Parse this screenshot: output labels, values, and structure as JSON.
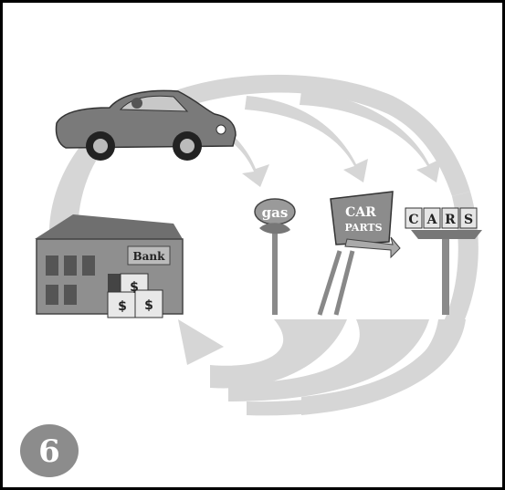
{
  "figure": {
    "signs": {
      "gas": {
        "label": "gas"
      },
      "car_parts": {
        "line1": "CAR",
        "line2": "PARTS"
      },
      "cars": {
        "letters": [
          "C",
          "A",
          "R",
          "S"
        ]
      }
    },
    "bank": {
      "sign": "Bank",
      "money_symbol": "$"
    },
    "badge": {
      "number": "6",
      "color": "#8c8c8c"
    },
    "colors": {
      "arrow": "#d4d4d4",
      "frame": "#000000",
      "car_body": "#7a7a7a",
      "building": "#8f8f8f"
    },
    "icons": [
      "car-icon",
      "gas-sign-icon",
      "car-parts-sign-icon",
      "cars-sign-icon",
      "bank-building-icon",
      "money-bag-icon"
    ]
  }
}
